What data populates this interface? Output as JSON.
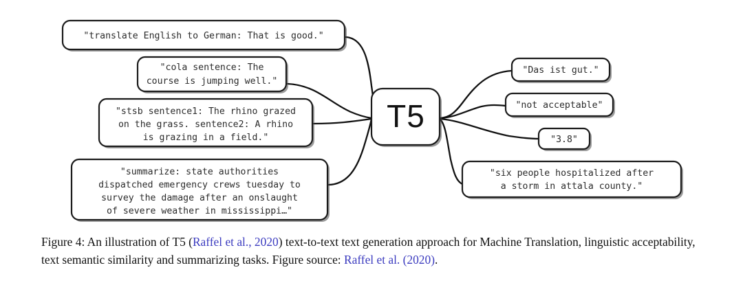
{
  "figure": {
    "type": "diagram",
    "central_node": {
      "label": "T5",
      "fill": "#ececec",
      "stroke": "#1a1a1a"
    },
    "inputs": [
      {
        "id": "translate",
        "task": "translation",
        "fill": "#d7e8d0",
        "lines": [
          "\"translate English to German: That is good.\""
        ]
      },
      {
        "id": "cola",
        "task": "linguistic-acceptability",
        "fill": "#eecdcd",
        "lines": [
          "\"cola sentence: The",
          "course is jumping well.\""
        ]
      },
      {
        "id": "stsb",
        "task": "semantic-similarity",
        "fill": "#fbe9bf",
        "lines": [
          "\"stsb sentence1: The rhino grazed",
          "on the grass. sentence2: A rhino",
          "is grazing in a field.\""
        ]
      },
      {
        "id": "summarize",
        "task": "summarization",
        "fill": "#cfe0ef",
        "lines": [
          "\"summarize: state authorities",
          "dispatched emergency crews tuesday to",
          "survey the damage after an onslaught",
          "of severe weather in mississippi…\""
        ]
      }
    ],
    "outputs": [
      {
        "id": "translation-out",
        "fill": "#d7e8d0",
        "lines": [
          "\"Das ist gut.\""
        ]
      },
      {
        "id": "cola-out",
        "fill": "#eecdcd",
        "lines": [
          "\"not acceptable\""
        ]
      },
      {
        "id": "stsb-out",
        "fill": "#fbe9bf",
        "lines": [
          "\"3.8\""
        ]
      },
      {
        "id": "summarize-out",
        "fill": "#cfe0ef",
        "lines": [
          "\"six people hospitalized after",
          "a storm in attala county.\""
        ]
      }
    ]
  },
  "caption": {
    "label": "Figure 4:",
    "text_part_1": " An illustration of T5 (",
    "citation_1": "Raffel et al., 2020",
    "text_part_2": ") text-to-text text generation approach for Machine Translation, linguistic acceptability, text semantic similarity and summarizing tasks. Figure source: ",
    "citation_2": "Raffel et al. (2020)",
    "text_part_3": ".",
    "citation_color": "#3b3bbf"
  }
}
